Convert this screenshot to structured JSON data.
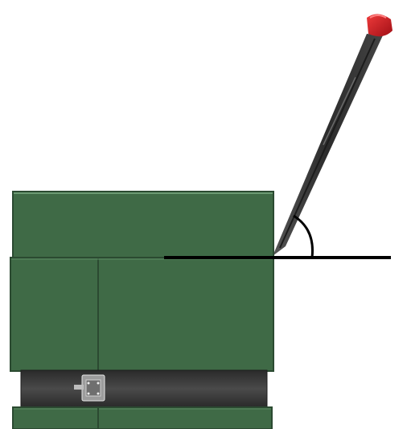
{
  "diagram": {
    "cabinet_color": "#3f6a46",
    "cabinet_edge_color": "#2b4a31",
    "cabinet_highlight": "#5b8a63",
    "band_color": "#3b3b3b",
    "lever_color": "#3a3a3a",
    "lever_tip_color": "#c8161f",
    "line_color": "#000000",
    "latch_color": "#9c9c9c",
    "icons": [
      "cabinet",
      "lever",
      "angle-arc",
      "reference-line",
      "latch"
    ]
  }
}
